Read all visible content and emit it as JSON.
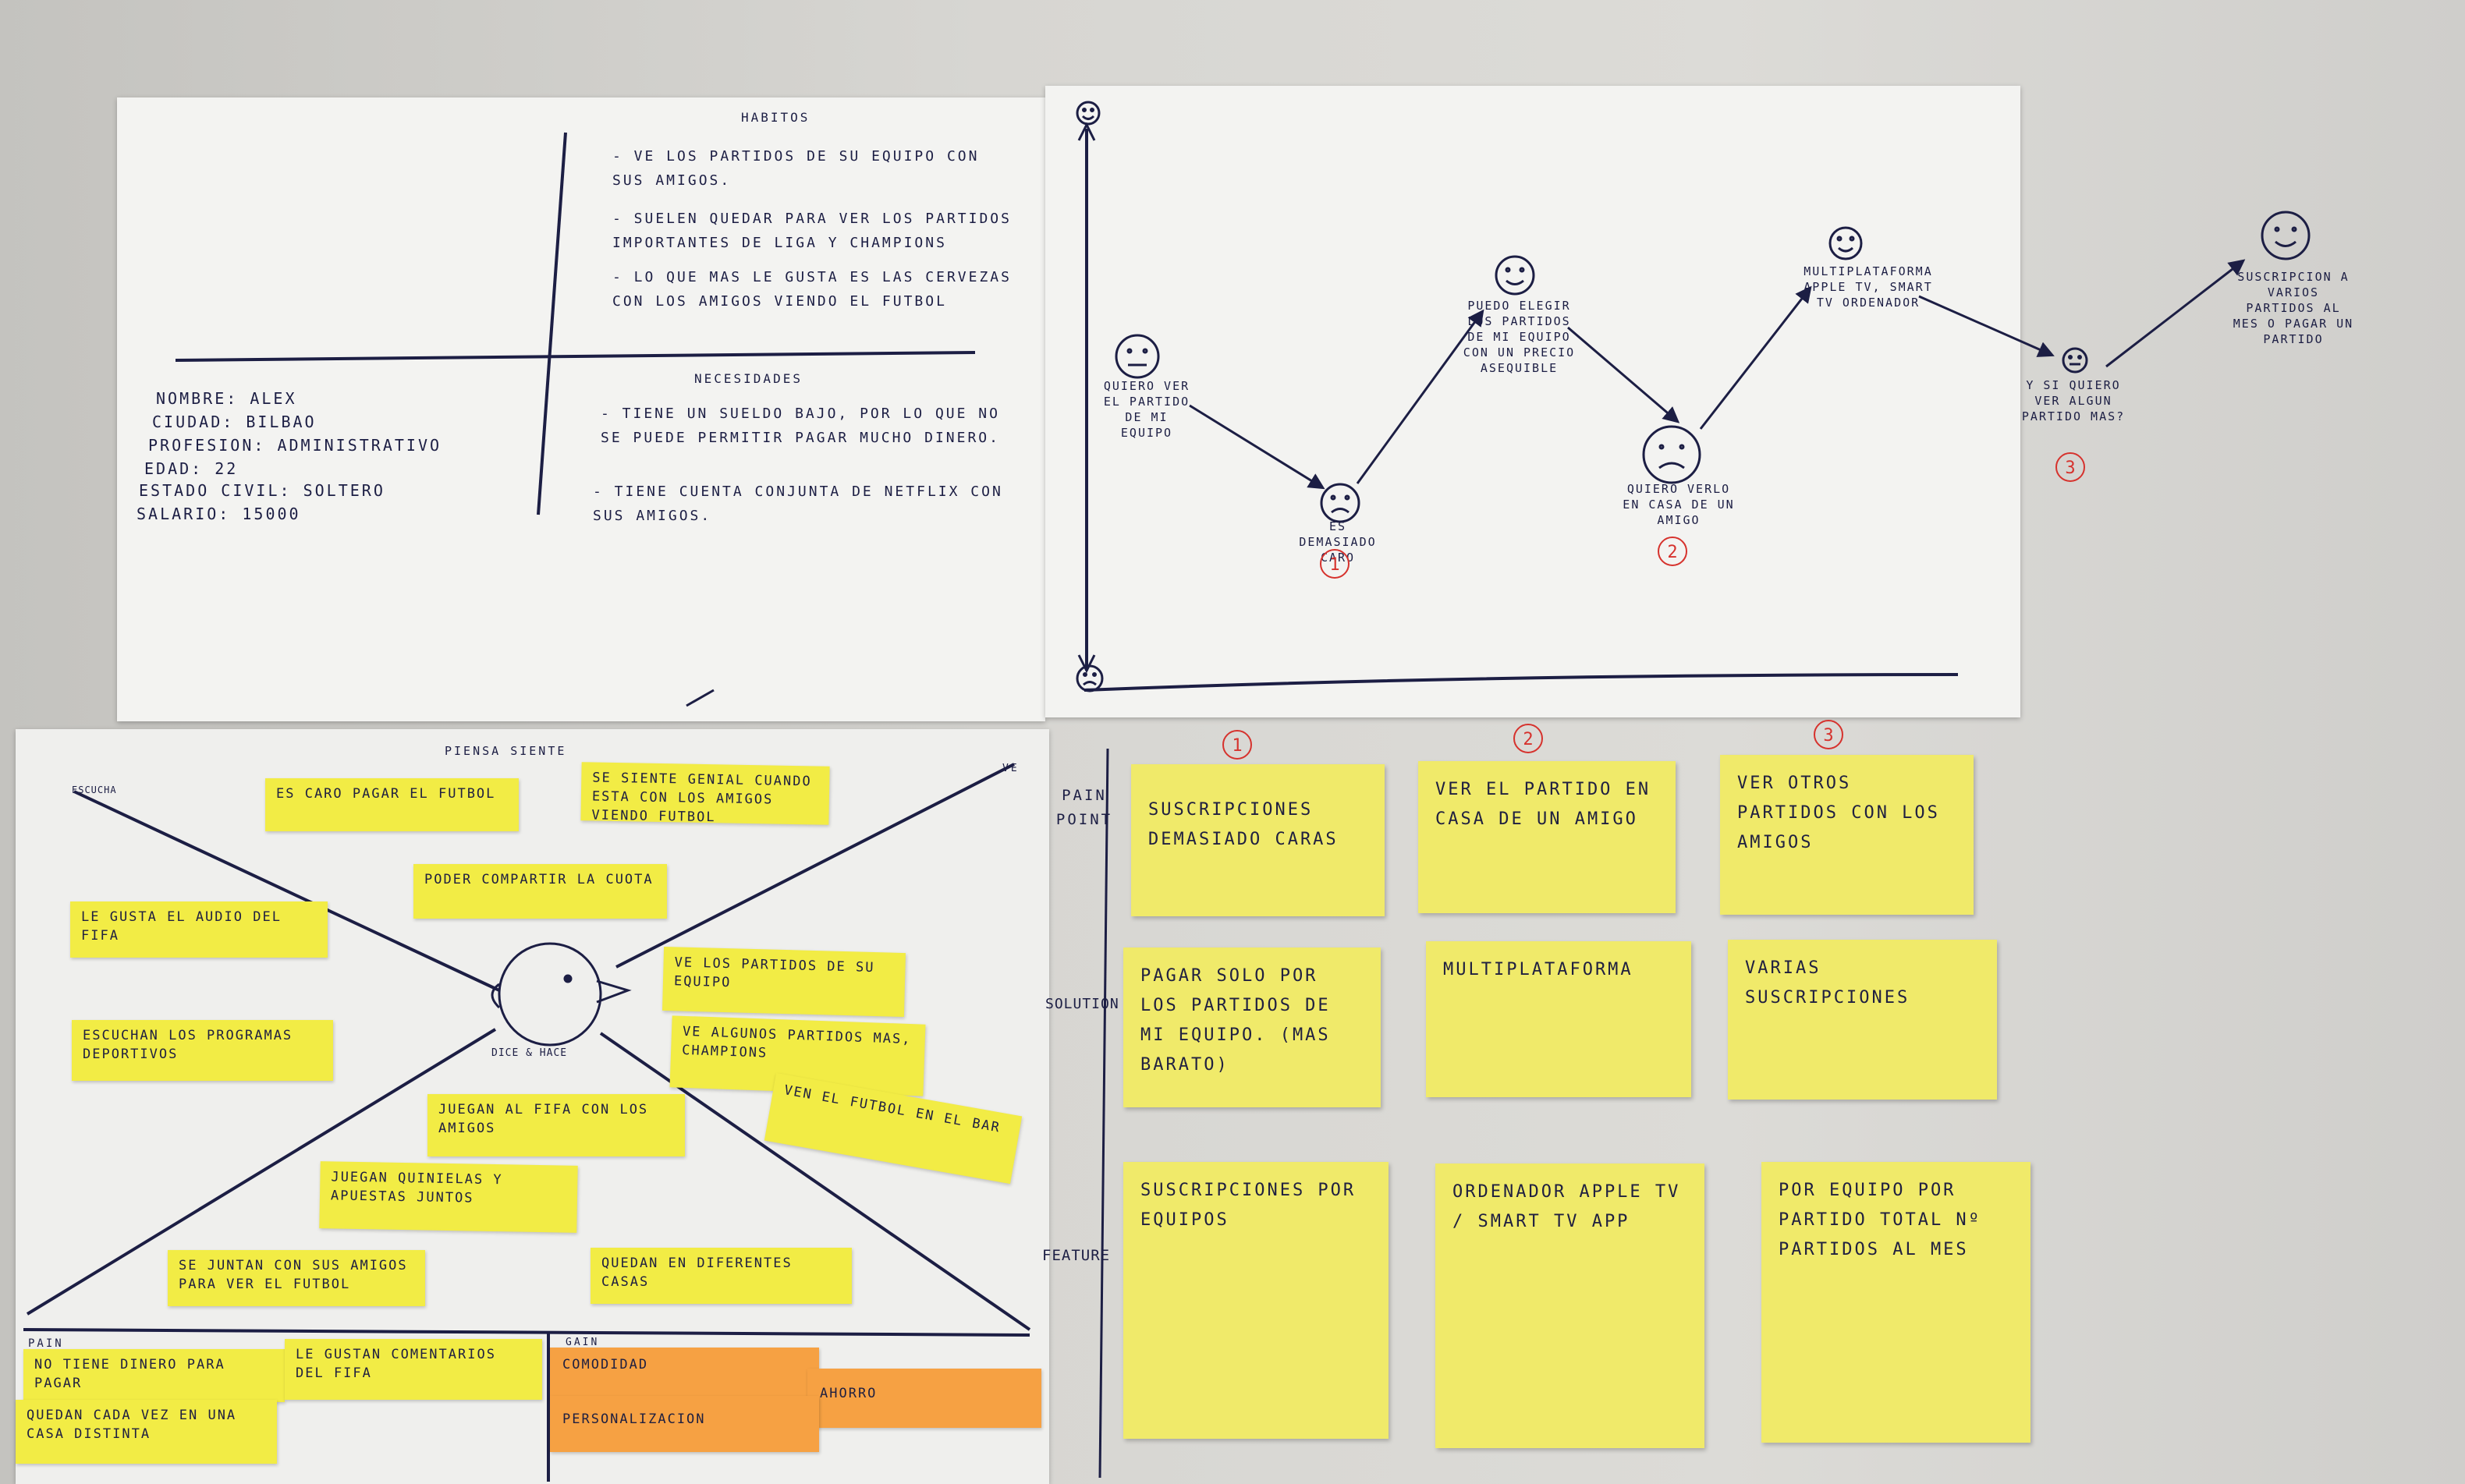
{
  "persona": {
    "habits_title": "HABITOS",
    "habits": [
      "- VE LOS PARTIDOS DE SU EQUIPO CON SUS AMIGOS.",
      "- SUELEN QUEDAR PARA VER LOS PARTIDOS IMPORTANTES DE LIGA Y CHAMPIONS",
      "- LO QUE MAS LE GUSTA ES LAS CERVEZAS CON LOS AMIGOS VIENDO EL FUTBOL"
    ],
    "needs_title": "NECESIDADES",
    "needs": [
      "- TIENE UN SUELDO BAJO, POR LO QUE NO SE PUEDE PERMITIR PAGAR MUCHO DINERO.",
      "- TIENE CUENTA CONJUNTA DE NETFLIX CON SUS AMIGOS."
    ],
    "profile": [
      "NOMBRE: ALEX",
      "CIUDAD: BILBAO",
      "PROFESION: ADMINISTRATIVO",
      "EDAD: 22",
      "ESTADO CIVIL: SOLTERO",
      "SALARIO: 15000"
    ]
  },
  "journey": {
    "top_icon": "happy-face-icon",
    "bottom_icon": "sad-face-icon",
    "stages": [
      {
        "text": "QUIERO VER EL PARTIDO DE MI EQUIPO",
        "mood": "neutral",
        "marker": ""
      },
      {
        "text": "ES DEMASIADO CARO",
        "mood": "sad",
        "marker": "1"
      },
      {
        "text": "PUEDO ELEGIR LOS PARTIDOS DE MI EQUIPO CON UN PRECIO ASEQUIBLE",
        "mood": "happy",
        "marker": ""
      },
      {
        "text": "QUIERO VERLO EN CASA DE UN AMIGO",
        "mood": "sad",
        "marker": "2"
      },
      {
        "text": "MULTIPLATAFORMA APPLE TV, SMART TV ORDENADOR",
        "mood": "happy",
        "marker": ""
      },
      {
        "text": "Y SI QUIERO VER ALGUN PARTIDO MAS?",
        "mood": "neutral",
        "marker": "3"
      },
      {
        "text": "SUSCRIPCION A VARIOS PARTIDOS AL MES O PAGAR UN PARTIDO",
        "mood": "happy",
        "marker": ""
      }
    ]
  },
  "empathy": {
    "title": "PIENSA SIENTE",
    "escucha": "ESCUCHA",
    "ve": "VE",
    "dice_hace": "DICE & HACE",
    "notes": [
      "ES CARO PAGAR EL FUTBOL",
      "SE SIENTE GENIAL CUANDO ESTA CON LOS AMIGOS VIENDO FUTBOL",
      "PODER COMPARTIR LA CUOTA",
      "LE GUSTA EL AUDIO DEL FIFA",
      "VE LOS PARTIDOS DE SU EQUIPO",
      "ESCUCHAN LOS PROGRAMAS DEPORTIVOS",
      "VE ALGUNOS PARTIDOS MAS, CHAMPIONS",
      "JUEGAN AL FIFA CON LOS AMIGOS",
      "VEN EL FUTBOL EN EL BAR",
      "JUEGAN QUINIELAS Y APUESTAS JUNTOS",
      "SE JUNTAN CON SUS AMIGOS PARA VER EL FUTBOL",
      "QUEDAN EN DIFERENTES CASAS"
    ],
    "pain_title": "PAIN",
    "pain": [
      "NO TIENE DINERO PARA PAGAR",
      "LE GUSTAN COMENTARIOS DEL FIFA",
      "QUEDAN CADA VEZ EN UNA CASA DISTINTA"
    ],
    "gain_title": "GAIN",
    "gain": [
      "COMODIDAD",
      "AHORRO",
      "PERSONALIZACION"
    ]
  },
  "matrix": {
    "columns": [
      "1",
      "2",
      "3"
    ],
    "rows": [
      {
        "label": "PAIN POINT",
        "cells": [
          "SUSCRIPCIONES DEMASIADO CARAS",
          "VER EL PARTIDO EN CASA DE UN AMIGO",
          "VER OTROS PARTIDOS CON LOS AMIGOS"
        ]
      },
      {
        "label": "SOLUTION",
        "cells": [
          "PAGAR SOLO POR LOS PARTIDOS DE MI EQUIPO. (MAS BARATO)",
          "MULTIPLATAFORMA",
          "VARIAS SUSCRIPCIONES"
        ]
      },
      {
        "label": "FEATURE",
        "cells": [
          "SUSCRIPCIONES POR EQUIPOS",
          "ORDENADOR APPLE TV / SMART TV APP",
          "POR EQUIPO POR PARTIDO TOTAL Nº PARTIDOS AL MES"
        ]
      }
    ]
  }
}
